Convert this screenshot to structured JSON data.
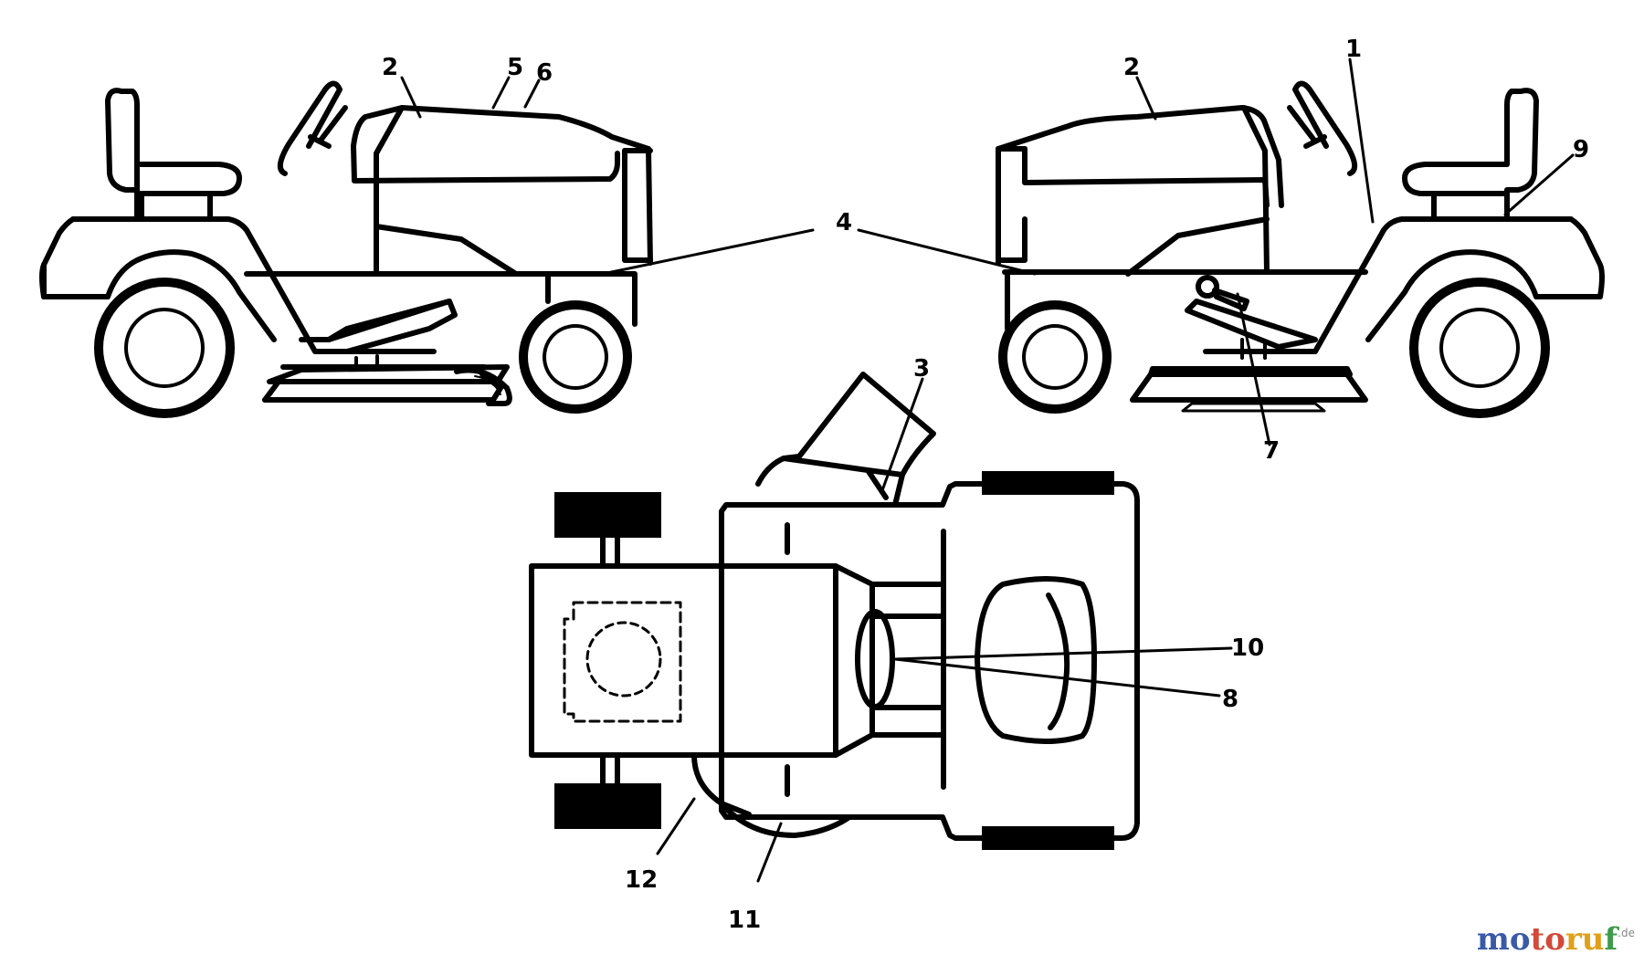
{
  "callouts": [
    {
      "id": "c1",
      "text": "1"
    },
    {
      "id": "c2a",
      "text": "2"
    },
    {
      "id": "c2b",
      "text": "2"
    },
    {
      "id": "c3",
      "text": "3"
    },
    {
      "id": "c4",
      "text": "4"
    },
    {
      "id": "c5",
      "text": "5"
    },
    {
      "id": "c6",
      "text": "6"
    },
    {
      "id": "c7",
      "text": "7"
    },
    {
      "id": "c8",
      "text": "8"
    },
    {
      "id": "c9",
      "text": "9"
    },
    {
      "id": "c10",
      "text": "10"
    },
    {
      "id": "c11",
      "text": "11"
    },
    {
      "id": "c12",
      "text": "12"
    }
  ],
  "watermark": {
    "part1": "mo",
    "part2": "to",
    "part3": "ru",
    "part4": "f",
    "suffix": ".de"
  },
  "colors": {
    "line": "#000000",
    "background": "#ffffff"
  }
}
